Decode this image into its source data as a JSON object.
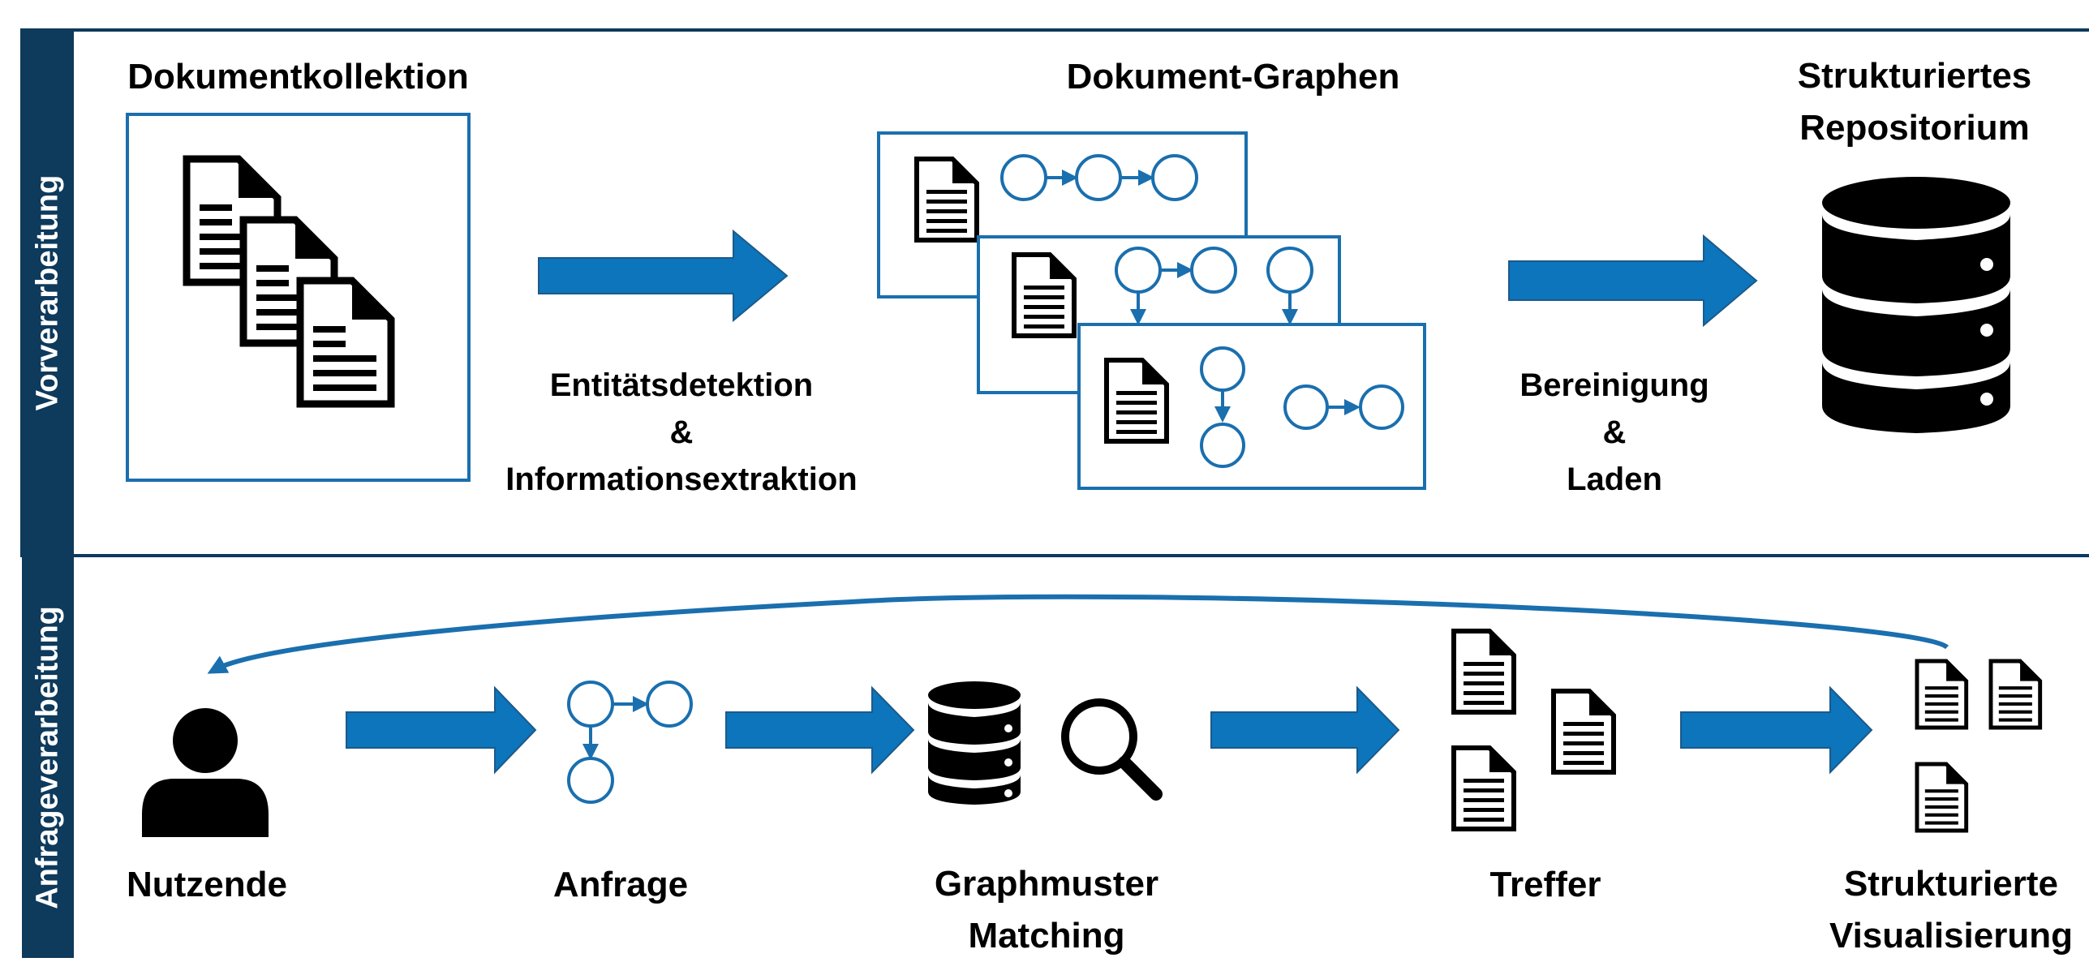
{
  "sections": {
    "top": {
      "label": "Vorverarbeitung"
    },
    "bottom": {
      "label": "Anfrageverarbeitung"
    }
  },
  "top": {
    "collection_title": "Dokumentkollektion",
    "graphs_title": "Dokument-Graphen",
    "repository_title": [
      "Strukturiertes",
      "Repositorium"
    ],
    "extraction_label": [
      "Entitätsdetektion",
      "&",
      "Informationsextraktion"
    ],
    "cleaning_label": [
      "Bereinigung",
      "&",
      "Laden"
    ]
  },
  "bottom": {
    "user_label": "Nutzende",
    "query_label": "Anfrage",
    "matching_label": [
      "Graphmuster",
      "Matching"
    ],
    "hits_label": "Treffer",
    "visualization_label": [
      "Strukturierte",
      "Visualisierung"
    ]
  },
  "colors": {
    "band": "#0e3a5c",
    "accent": "#1a6fae",
    "arrow": "#0c75bb",
    "icon": "#000000"
  },
  "icons": {
    "document": "document-icon",
    "database": "database-icon",
    "user": "user-icon",
    "search": "magnifier-icon",
    "graph_node": "graph-node-icon"
  }
}
